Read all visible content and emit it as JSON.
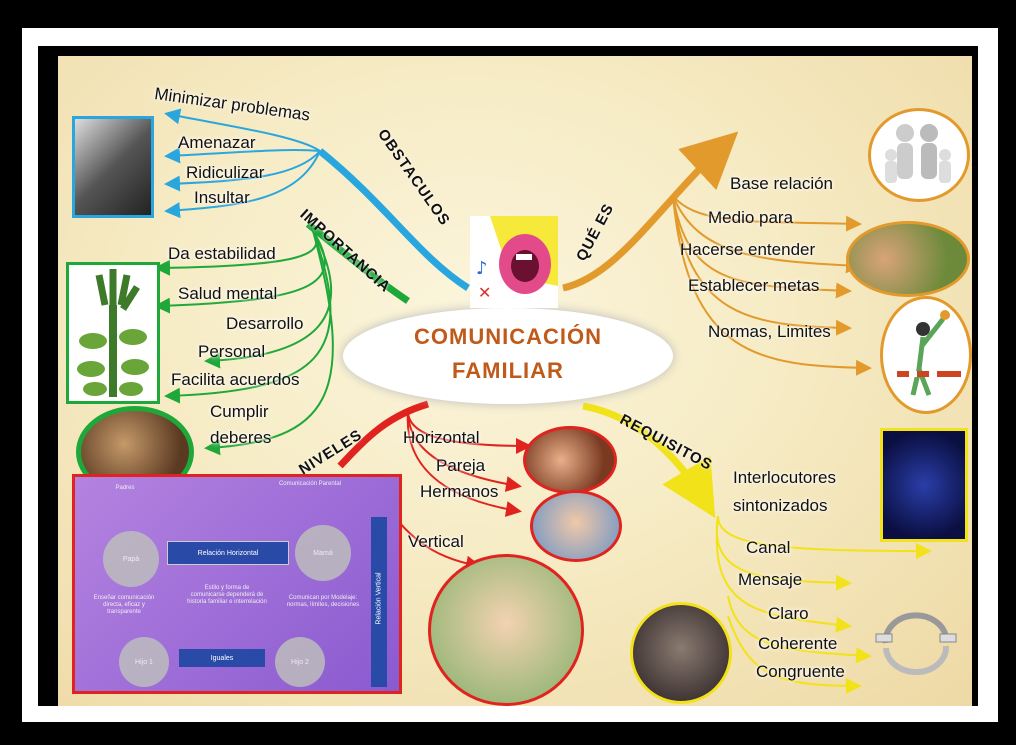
{
  "center": {
    "line1": "COMUNICACIÓN",
    "line2": "FAMILIAR"
  },
  "branches": {
    "obstaculos": {
      "label": "OBSTACULOS",
      "color": "#2aa6df",
      "items": [
        "Minimizar problemas",
        "Amenazar",
        "Ridiculizar",
        "Insultar"
      ]
    },
    "importancia": {
      "label": "IMPORTANCIA",
      "color": "#1fa83a",
      "items": [
        "Da estabilidad",
        "Salud mental",
        "Desarrollo",
        "Personal",
        "Facilita acuerdos",
        "Cumplir",
        "deberes"
      ]
    },
    "que_es": {
      "label": "QUÉ ES",
      "color": "#e39a2c",
      "items": [
        "Base relación",
        "Medio para",
        "Hacerse entender",
        "Establecer metas",
        "Normas, Limites"
      ]
    },
    "niveles": {
      "label": "NIVELES",
      "color": "#e0231f",
      "items": [
        "Horizontal",
        "Pareja",
        "Hermanos",
        "Vertical"
      ]
    },
    "requisitos": {
      "label": "REQUISITOS",
      "color": "#f2e21a",
      "items": [
        "Interlocutores",
        "sintonizados",
        "Canal",
        "Mensaje",
        "Claro",
        "Coherente",
        "Congruente"
      ]
    }
  },
  "panel": {
    "top_left": "Padres",
    "top_right": "Comunicación Parental",
    "papa": "Papá",
    "mama": "Mamá",
    "horizontal": "Relación Horizontal",
    "vertical": "Relación Vertical",
    "iguales": "Iguales",
    "hijo1": "Hijo 1",
    "hijo2": "Hijo 2",
    "note_left": "Enseñar comunicación directa, eficaz y transparente",
    "note_center": "Estilo y forma de comunicarse dependerá de historia familiar e interrelación",
    "note_right": "Comunican por Modelaje: normas, límites, decisiones"
  },
  "icons": [
    "mouth-icon",
    "family-figures-icon",
    "gears-head-icon",
    "cycle-diagram-icon",
    "tree-hand-icon",
    "barrier-figure-icon"
  ]
}
